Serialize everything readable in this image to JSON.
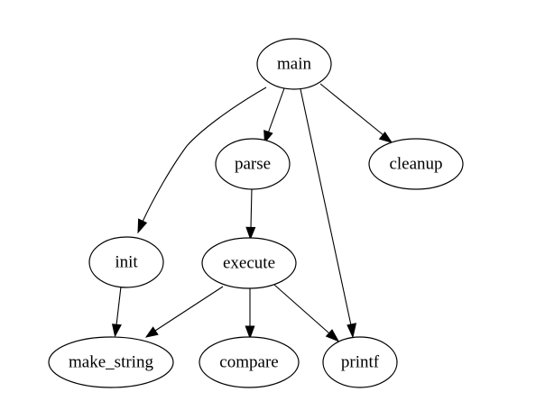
{
  "graph": {
    "nodes": [
      {
        "id": "main",
        "label": "main"
      },
      {
        "id": "parse",
        "label": "parse"
      },
      {
        "id": "cleanup",
        "label": "cleanup"
      },
      {
        "id": "init",
        "label": "init"
      },
      {
        "id": "execute",
        "label": "execute"
      },
      {
        "id": "make_string",
        "label": "make_string"
      },
      {
        "id": "compare",
        "label": "compare"
      },
      {
        "id": "printf",
        "label": "printf"
      }
    ],
    "edges": [
      {
        "from": "main",
        "to": "init"
      },
      {
        "from": "main",
        "to": "parse"
      },
      {
        "from": "main",
        "to": "printf"
      },
      {
        "from": "main",
        "to": "cleanup"
      },
      {
        "from": "parse",
        "to": "execute"
      },
      {
        "from": "init",
        "to": "make_string"
      },
      {
        "from": "execute",
        "to": "make_string"
      },
      {
        "from": "execute",
        "to": "compare"
      },
      {
        "from": "execute",
        "to": "printf"
      }
    ]
  }
}
